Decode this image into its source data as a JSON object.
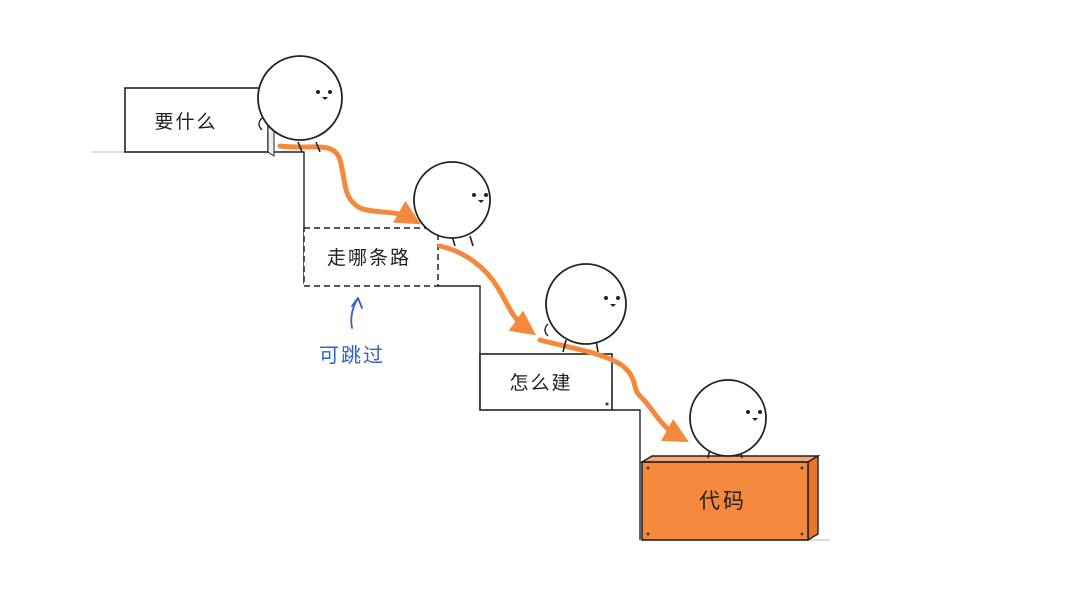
{
  "steps": [
    {
      "label": "要什么",
      "style": "solid"
    },
    {
      "label": "走哪条路",
      "style": "dashed"
    },
    {
      "label": "怎么建",
      "style": "solid"
    },
    {
      "label": "代码",
      "style": "filled"
    }
  ],
  "annotation": {
    "text": "可跳过",
    "color": "#2f63c4"
  },
  "colors": {
    "accent": "#f4893d",
    "accent_dark": "#e06a1c",
    "outline": "#222222",
    "character_fill": "#ffffff"
  }
}
